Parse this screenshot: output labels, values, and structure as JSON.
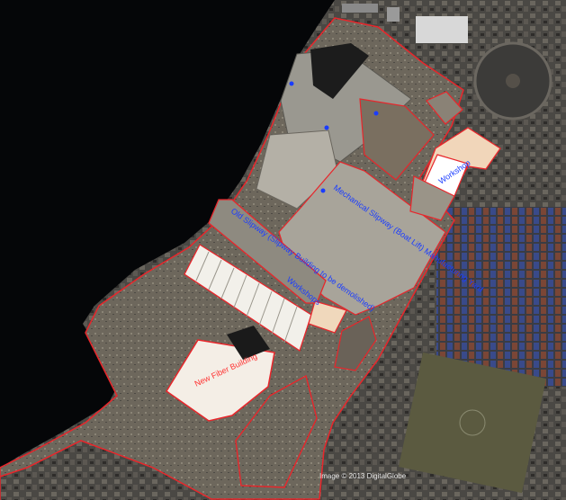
{
  "labels": {
    "manufacturing": "Mechanical Slipway (Boat Lift) Manufacturing Yard",
    "old_slipway": "Old Slipway (Slipway Building to be demolished)",
    "workshops": "Workshops",
    "workshop_right": "Workshop",
    "new_fiber": "New Fiber Building"
  },
  "attribution": "Image © 2013 DigitalGlobe",
  "colors": {
    "outline": "#e8262b",
    "label_blue": "#1a3cff",
    "label_red": "#ff3333",
    "water": "#050608",
    "land": "#6f6a60"
  }
}
